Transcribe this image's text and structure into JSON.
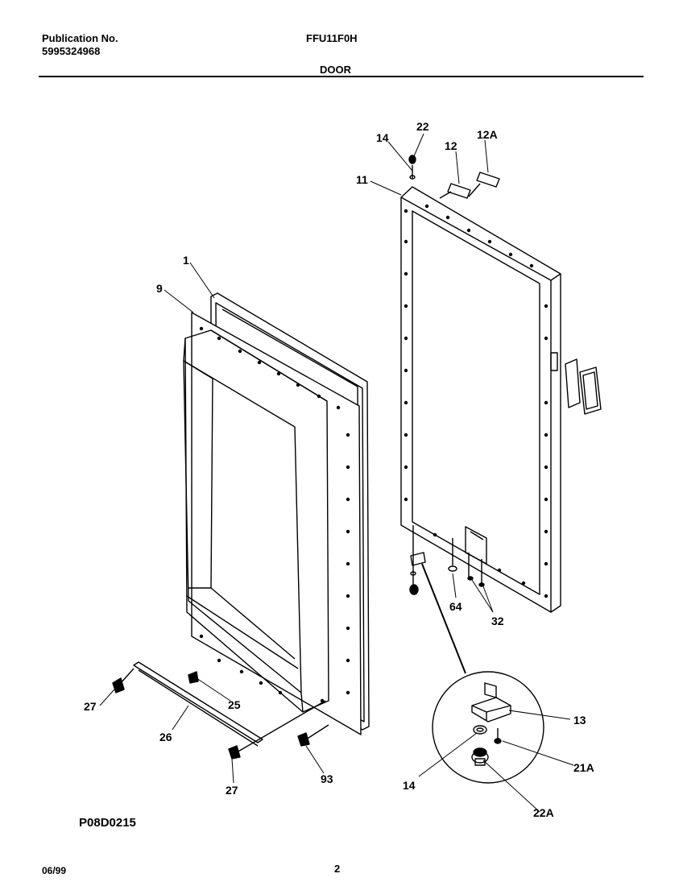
{
  "header": {
    "publication_label": "Publication No.",
    "publication_number": "5995324968",
    "model": "FFU11F0H",
    "section": "DOOR"
  },
  "callouts": {
    "c1": "1",
    "c9": "9",
    "c11": "11",
    "c12": "12",
    "c12a": "12A",
    "c13": "13",
    "c14a": "14",
    "c14b": "14",
    "c21a": "21A",
    "c22": "22",
    "c22a": "22A",
    "c25": "25",
    "c26": "26",
    "c27a": "27",
    "c27b": "27",
    "c32": "32",
    "c64": "64",
    "c93": "93"
  },
  "footer": {
    "drawing_id": "P08D0215",
    "date": "06/99",
    "page_number": "2"
  }
}
